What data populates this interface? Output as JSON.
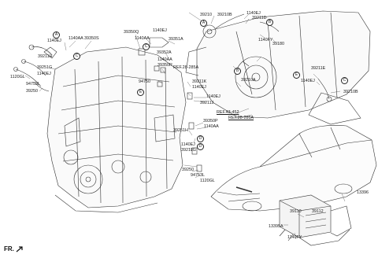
{
  "labels": {
    "l01": "1140EJ",
    "l02": "1140AA",
    "l03": "39350S",
    "l04": "39211H",
    "l05": "39251G",
    "l06": "1140EJ",
    "l07": "1120GL",
    "l08": "94753L",
    "l09": "39250",
    "l10": "39350Q",
    "l11": "1140EJ",
    "l12": "1140AA",
    "l13": "39351A",
    "l14": "39352A",
    "l15": "1140AA",
    "l16": "39350R",
    "l17": "94750",
    "l18": "39211K",
    "l19": "1140EJ",
    "l20": "1140EJ",
    "l21": "39211J",
    "l22": "39350P",
    "l23": "1140AA",
    "l24": "39251H",
    "l25": "1140EJ",
    "l26": "39211G",
    "l27": "39250",
    "l28": "94753L",
    "l29": "1120GL",
    "l30": "1140EJ",
    "l31": "39210",
    "l32": "39210B",
    "l33": "39211D",
    "l34": "1140FY",
    "l35": "39180",
    "l36": "39210A",
    "l37": "39211E",
    "l38": "1140EJ",
    "l39": "39210B",
    "l40": "39110",
    "l41": "13396",
    "l42": "39112",
    "l43": "13395A",
    "l44": "1140FY",
    "ref1": "REF.28-285A",
    "ref2": "REF.43-452",
    "ref3": "REF.28-285A"
  },
  "markers": {
    "a": "A",
    "b": "B",
    "c": "C",
    "d": "D",
    "e": "E"
  },
  "front": "FR."
}
